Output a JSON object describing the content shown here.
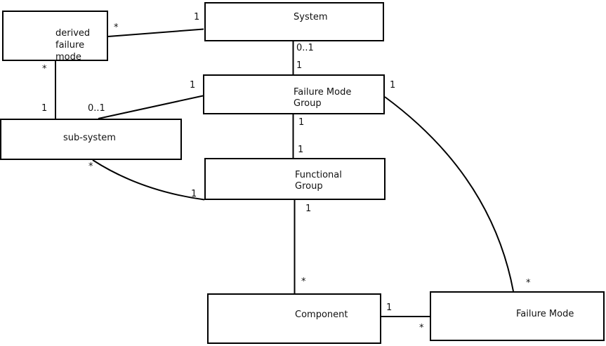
{
  "diagram": {
    "type": "uml-entity-relationship",
    "colors": {
      "stroke": "#000000",
      "background": "#ffffff",
      "text": "#111111"
    },
    "nodes": [
      {
        "id": "derived-failure-mode",
        "label": "derived\nfailure\nmode"
      },
      {
        "id": "system",
        "label": "System"
      },
      {
        "id": "failure-mode-group",
        "label": "Failure Mode\nGroup"
      },
      {
        "id": "sub-system",
        "label": "sub-system"
      },
      {
        "id": "functional-group",
        "label": "Functional\nGroup"
      },
      {
        "id": "component",
        "label": "Component"
      },
      {
        "id": "failure-mode",
        "label": "Failure Mode"
      }
    ],
    "relationships": [
      {
        "from": "system",
        "to": "derived-failure-mode",
        "from_mult": "1",
        "to_mult": "*"
      },
      {
        "from": "system",
        "to": "failure-mode-group",
        "from_mult": "0..1",
        "to_mult": "1"
      },
      {
        "from": "derived-failure-mode",
        "to": "sub-system",
        "from_mult": "*",
        "to_mult": "1"
      },
      {
        "from": "failure-mode-group",
        "to": "sub-system",
        "from_mult": "1",
        "to_mult": "0..1"
      },
      {
        "from": "failure-mode-group",
        "to": "functional-group",
        "from_mult": "1",
        "to_mult": "1"
      },
      {
        "from": "sub-system",
        "to": "functional-group",
        "from_mult": "*",
        "to_mult": "1"
      },
      {
        "from": "functional-group",
        "to": "component",
        "from_mult": "1",
        "to_mult": "*"
      },
      {
        "from": "component",
        "to": "failure-mode",
        "from_mult": "1",
        "to_mult": "*"
      },
      {
        "from": "failure-mode-group",
        "to": "failure-mode",
        "from_mult": "1",
        "to_mult": "*"
      }
    ]
  }
}
